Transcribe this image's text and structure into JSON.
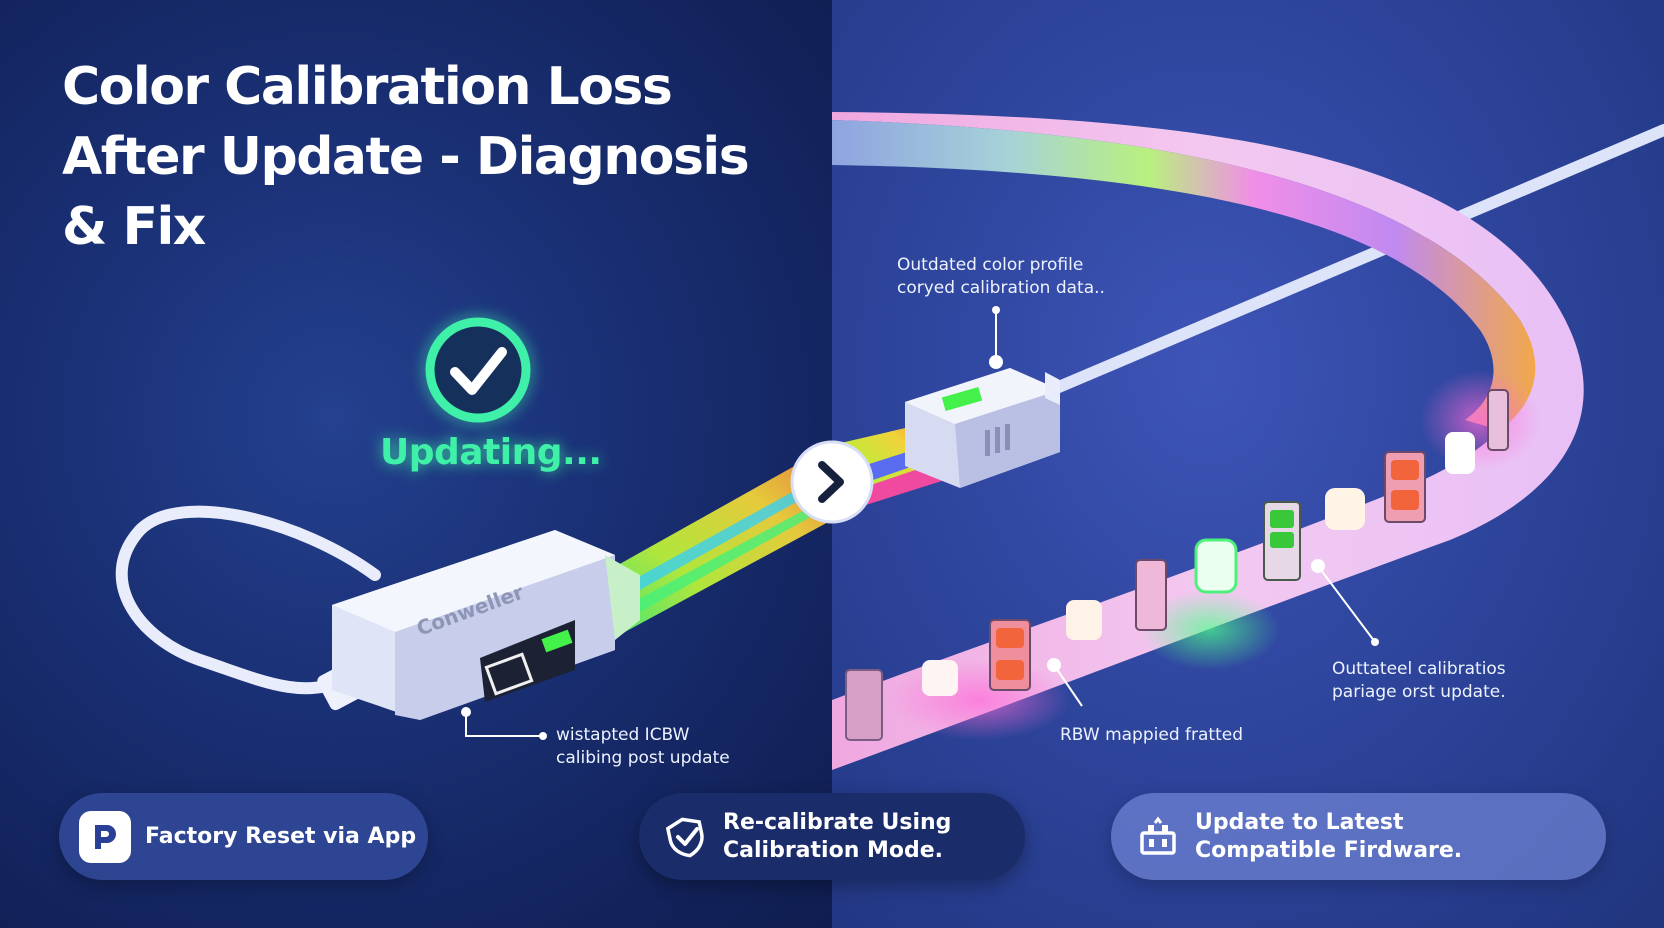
{
  "title": "Color Calibration Loss After Update - Diagnosis & Fix",
  "status": {
    "text": "Updating...",
    "icon": "check-circle-icon",
    "color": "#3ff0a8"
  },
  "controller": {
    "label": "Conweller"
  },
  "callouts": {
    "controller": {
      "line1": "wistapted ICBW",
      "line2": "calibing post update"
    },
    "profile": {
      "line1": "Outdated color profile",
      "line2": "coryed calibration data.."
    },
    "strip_right": {
      "line1": "Outtateel calibratios",
      "line2": "pariage orst update."
    },
    "strip_mid": {
      "line1": "RBW mappied fratted"
    }
  },
  "divider_icon": "chevron-right-icon",
  "actions": [
    {
      "icon": "app-p-icon",
      "line1": "Factory Reset via App"
    },
    {
      "icon": "shield-check-icon",
      "line1": "Re-calibrate Using",
      "line2": "Calibration Mode."
    },
    {
      "icon": "firmware-icon",
      "line1": "Update to Latest",
      "line2": "Compatible Firdware."
    }
  ],
  "colors": {
    "left_bg": "#13245e",
    "right_bg": "#3047a0",
    "accent_green": "#3ff0a8"
  }
}
